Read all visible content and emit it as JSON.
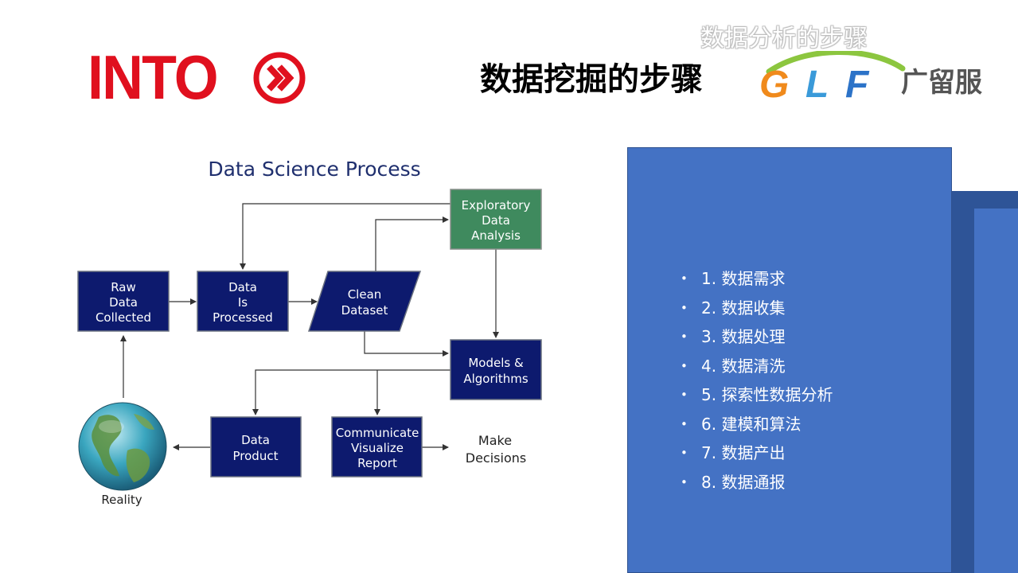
{
  "header": {
    "title": "数据挖掘的步骤",
    "watermark": "数据分析的步骤",
    "into_logo_text": "INTO",
    "glf_logo_text": "GLF",
    "glf_logo_cn": "广留服"
  },
  "diagram": {
    "title": "Data Science Process",
    "raw_data": [
      "Raw",
      "Data",
      "Collected"
    ],
    "data_processed": [
      "Data",
      "Is",
      "Processed"
    ],
    "clean_dataset": [
      "Clean",
      "Dataset"
    ],
    "eda": [
      "Exploratory",
      "Data",
      "Analysis"
    ],
    "models": [
      "Models &",
      "Algorithms"
    ],
    "data_product": [
      "Data",
      "Product"
    ],
    "communicate": [
      "Communicate",
      "Visualize",
      "Report"
    ],
    "make_decisions": [
      "Make",
      "Decisions"
    ],
    "reality": "Reality"
  },
  "panel": {
    "bullet": "•",
    "steps": [
      "1. 数据需求",
      "2. 数据收集",
      "3. 数据处理",
      "4. 数据清洗",
      "5. 探索性数据分析",
      "6. 建模和算法",
      "7. 数据产出",
      "8. 数据通报"
    ]
  },
  "colors": {
    "navy_box": "#0d1a6e",
    "eda_box": "#3f8a5e",
    "panel_blue": "#4472c4",
    "panel_shadow": "#2e5497",
    "into_red": "#e0101e"
  }
}
